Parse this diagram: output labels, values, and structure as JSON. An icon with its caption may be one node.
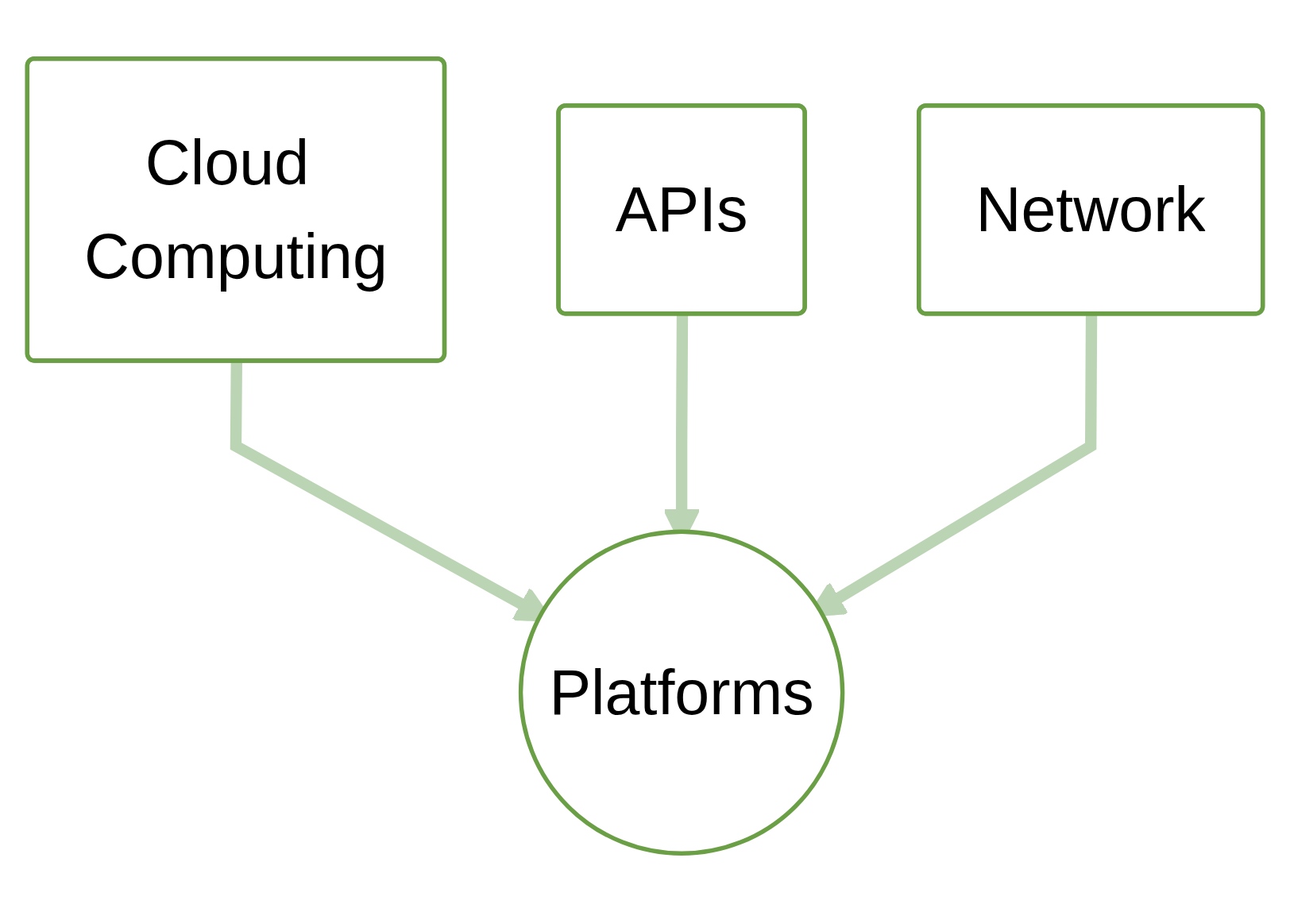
{
  "diagram": {
    "nodes": [
      {
        "text": [
          "APIs"
        ]
      },
      {
        "text": [
          "Cloud Computing"
        ]
      },
      {
        "text": [
          "Network"
        ]
      },
      {
        "text": [
          "Platforms"
        ]
      }
    ],
    "edges": [
      {
        "from": 1,
        "to": 3,
        "arrow": "to"
      },
      {
        "from": 0,
        "to": 3,
        "arrow": "to"
      },
      {
        "from": 2,
        "to": 3,
        "arrow": "to"
      }
    ]
  }
}
